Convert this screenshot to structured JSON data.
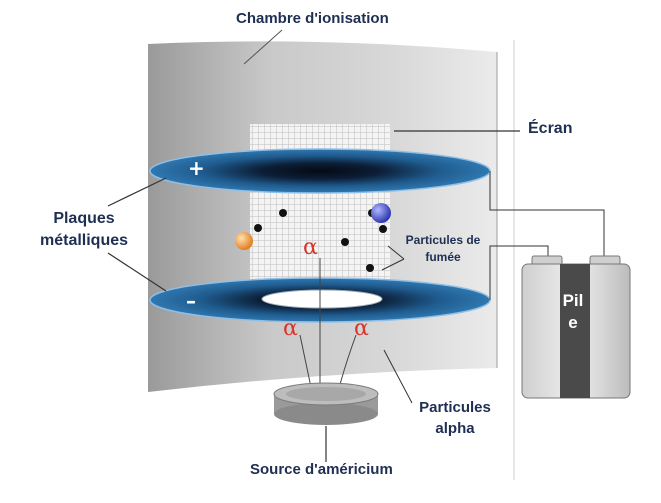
{
  "labels": {
    "chamber": "Chambre d'ionisation",
    "screen": "Écran",
    "plates": "Plaques métalliques",
    "smoke_particles": "Particules de fumée",
    "alpha_particles": "Particules alpha",
    "source": "Source d'américium",
    "battery": "Pile"
  },
  "symbols": {
    "alpha": "α",
    "plus": "+",
    "minus": "–"
  },
  "colors": {
    "label_text": "#1f2f52",
    "alpha_symbol": "#d9342b",
    "plate": "#1c4f80",
    "chamber_wall": "#b9b9b9",
    "battery_body": "#d9d9d9",
    "battery_band": "#4a4a4a"
  },
  "icons": [
    "positive-ion-sphere",
    "negative-ion-sphere",
    "smoke-particle-dots",
    "americium-source-dish"
  ]
}
